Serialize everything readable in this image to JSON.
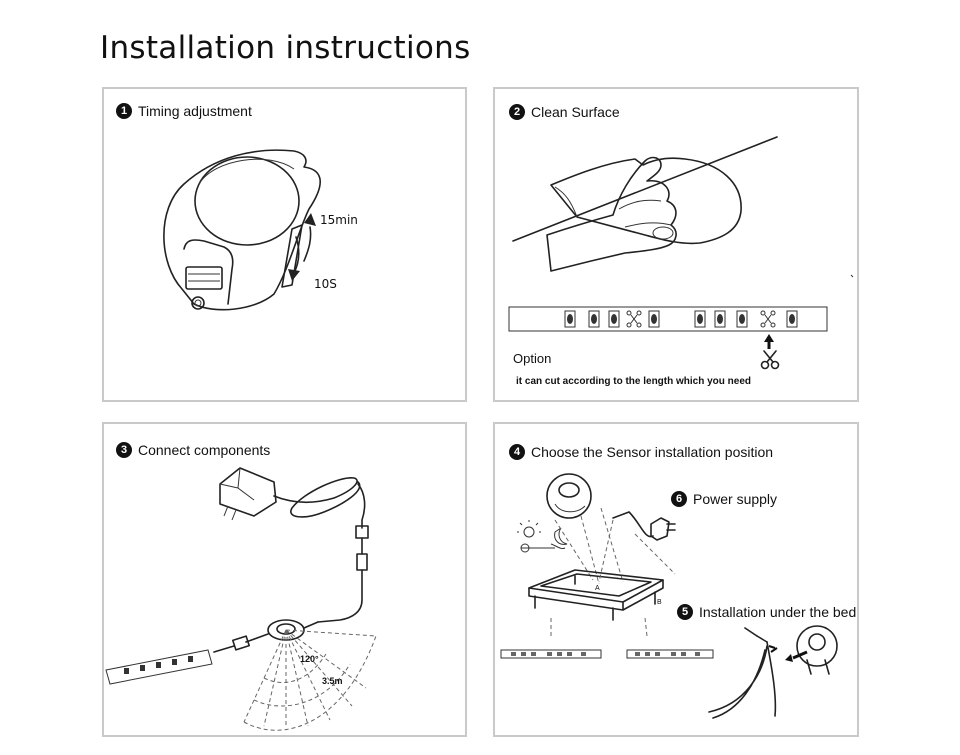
{
  "page": {
    "title": "Installation instructions"
  },
  "steps": {
    "s1": {
      "num": "1",
      "label": "Timing adjustment",
      "time_up": "15min",
      "time_down": "10S"
    },
    "s2": {
      "num": "2",
      "label": "Clean Surface",
      "option": "Option",
      "note": "it can cut according to the length which you need"
    },
    "s3": {
      "num": "3",
      "label": "Connect components",
      "angle": "120°",
      "distance": "3.5m"
    },
    "s4": {
      "num": "4",
      "label": "Choose the Sensor installation position",
      "marker_a": "A",
      "marker_b": "B"
    },
    "s5": {
      "num": "5",
      "label": "Installation under the bed"
    },
    "s6": {
      "num": "6",
      "label": "Power supply"
    }
  }
}
